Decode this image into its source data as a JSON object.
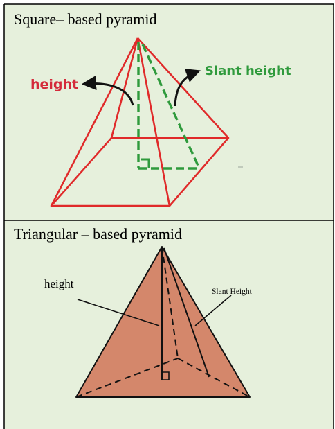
{
  "panels": [
    {
      "title": "Square– based pyramid",
      "label_height": "height",
      "label_slant": "Slant height"
    },
    {
      "title": "Triangular – based pyramid",
      "label_height": "height",
      "label_slant": "Slant Height"
    }
  ],
  "colors": {
    "panel_bg": "#e6f0dc",
    "border": "#000000",
    "square_edge": "#e02a2a",
    "square_label_height": "#d42a3a",
    "square_label_slant": "#2f9a3c",
    "square_dashed": "#2f9a3c",
    "tri_fill": "#d4876b",
    "tri_edge": "#111111"
  }
}
